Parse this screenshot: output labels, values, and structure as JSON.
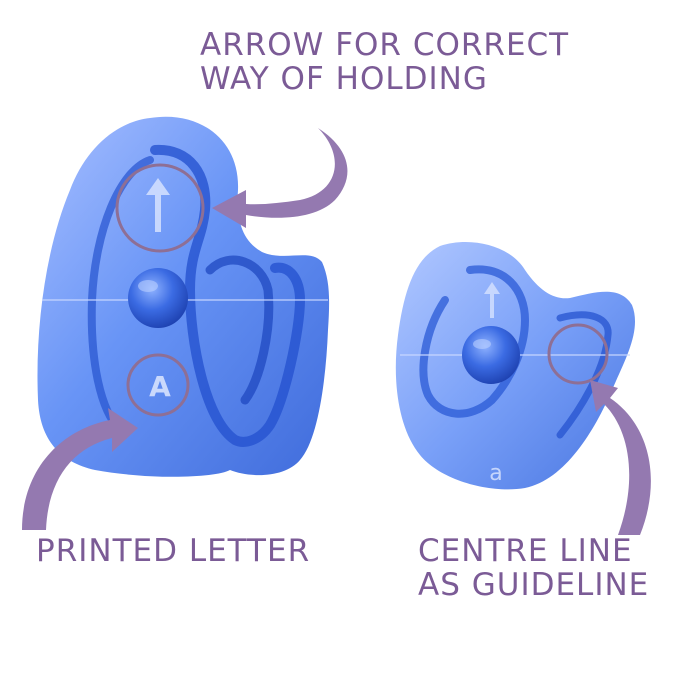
{
  "colors": {
    "label_text": "#7b5b96",
    "pointer_arrow": "#9479b0",
    "highlight_circle": "#8e6f95",
    "cutter_light": "#a9c2ff",
    "cutter_mid": "#5b8bf5",
    "cutter_dark": "#2f5fd8",
    "cutter_deep": "#1f48c0",
    "background": "#ffffff"
  },
  "labels": {
    "arrow_for_correct": {
      "line1": "ARROW FOR CORRECT",
      "line2": "WAY OF HOLDING"
    },
    "printed_letter": {
      "line1": "PRINTED LETTER"
    },
    "centre_line": {
      "line1": "CENTRE LINE",
      "line2": "AS GUIDELINE"
    }
  },
  "cutters": {
    "large": {
      "embossed_letter": "A"
    },
    "small": {
      "embossed_letter": "a"
    }
  }
}
